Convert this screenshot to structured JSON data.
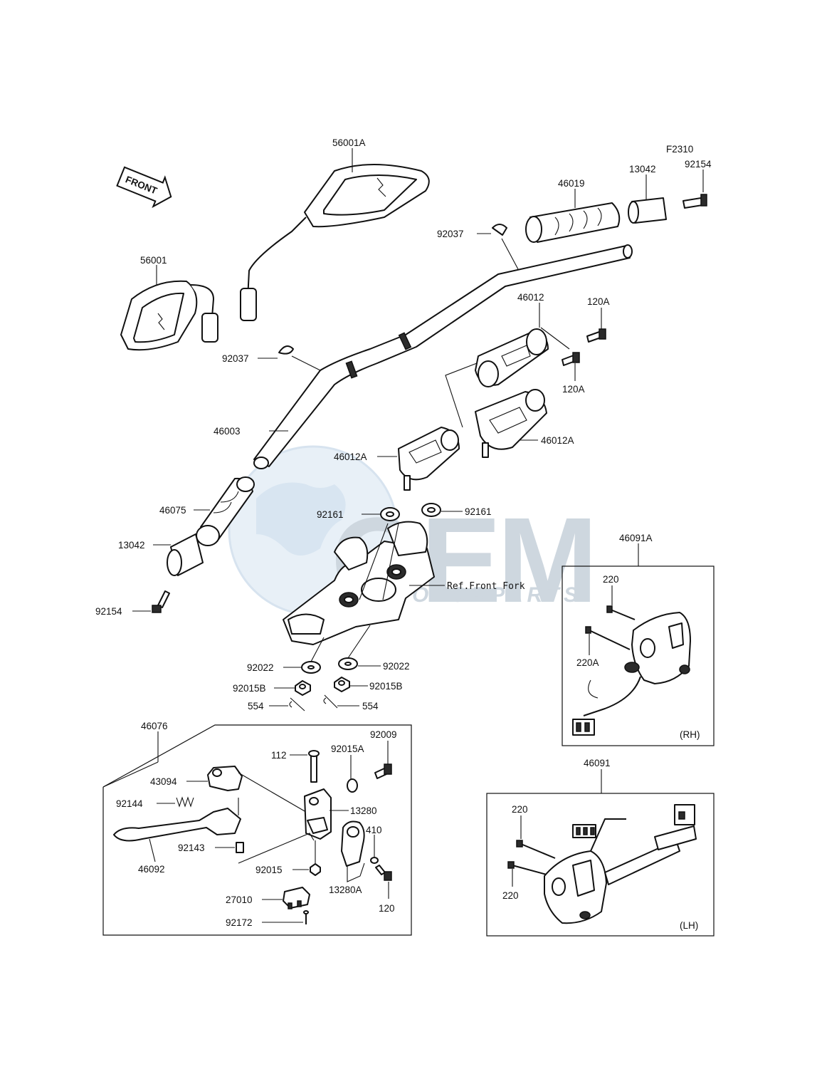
{
  "labels": {
    "mirror_right": "56001A",
    "mirror_left": "56001",
    "code_top": "F2310",
    "grip_right": "46019",
    "weight_right": "13042",
    "screw_right": "92154",
    "clip_top": "92037",
    "clip_left": "92037",
    "holder_upper": "46012",
    "bolt_upper_a": "120A",
    "bolt_upper_b": "120A",
    "handlebar": "46003",
    "holder_lower_left": "46012A",
    "holder_lower_right": "46012A",
    "grip_left": "46075",
    "washer_left": "92161",
    "washer_right": "92161",
    "weight_left": "13042",
    "screw_left": "92154",
    "ref_fork": "Ref.Front Fork",
    "washer_bottom_left": "92022",
    "washer_bottom_right": "92022",
    "nut_left": "92015B",
    "nut_right": "92015B",
    "pin_left": "554",
    "pin_right": "554",
    "lever_assy": "46076",
    "bolt_112": "112",
    "nut_92015A": "92015A",
    "screw_92009": "92009",
    "adjuster": "43094",
    "spring": "92144",
    "bracket": "13280",
    "collar": "92143",
    "lever": "46092",
    "oring": "410",
    "nut_92015": "92015",
    "clamp": "13280A",
    "bolt_120": "120",
    "switch": "27010",
    "screw_92172": "92172",
    "switch_rh_assy": "46091A",
    "screw_rh_220": "220",
    "screw_rh_220A": "220A",
    "rh_tag": "(RH)",
    "switch_lh_assy": "46091",
    "screw_lh_220_top": "220",
    "screw_lh_220_bottom": "220",
    "lh_tag": "(LH)",
    "front_arrow": "FRONT"
  },
  "watermark": {
    "main": "OEM",
    "sub": "MOTORPARTS"
  },
  "colors": {
    "ink": "#111111",
    "watermark": "#c9d3dc",
    "globe": "#d7e6f2"
  }
}
